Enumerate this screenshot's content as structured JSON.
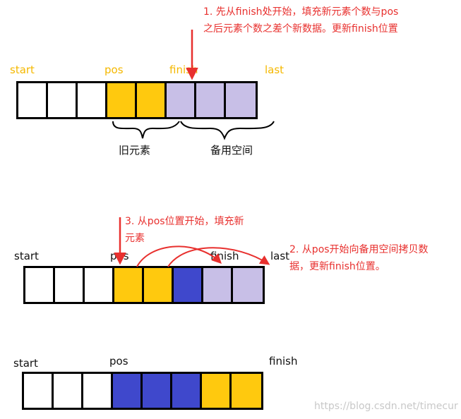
{
  "diagram1": {
    "note": "1. 先从finish处开始，填充新元素个数与pos之后元素个数之差个新数据。更新finish位置",
    "labels": {
      "start": "start",
      "pos": "pos",
      "finish": "finish",
      "last": "last"
    },
    "cells": [
      "white",
      "white",
      "white",
      "yellow",
      "yellow",
      "lavender",
      "lavender",
      "lavender"
    ],
    "brace_old": "旧元素",
    "brace_spare": "备用空间"
  },
  "diagram2": {
    "note_fill": "3. 从pos位置开始，填充新元素",
    "note_copy": "2. 从pos开始向备用空间拷贝数据，更新finish位置。",
    "labels": {
      "start": "start",
      "pos": "pos",
      "finish": "finish",
      "last": "last"
    },
    "cells": [
      "white",
      "white",
      "white",
      "yellow",
      "yellow",
      "blue",
      "lavender",
      "lavender"
    ]
  },
  "diagram3": {
    "labels": {
      "start": "start",
      "pos": "pos",
      "finish": "finish"
    },
    "cells": [
      "white",
      "white",
      "white",
      "blue",
      "blue",
      "blue",
      "yellow",
      "yellow"
    ]
  },
  "watermark": "https://blog.csdn.net/timecur",
  "colors": {
    "white": "#ffffff",
    "yellow": "#ffc90e",
    "lavender": "#c8bfe7",
    "blue": "#3f48cc",
    "red": "#e8302e",
    "label_yellow": "#f5b800"
  }
}
